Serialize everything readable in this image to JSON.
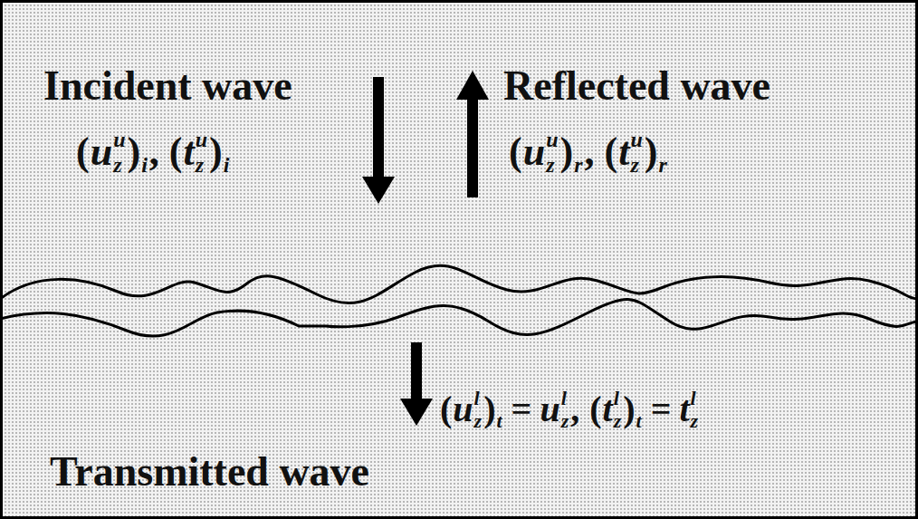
{
  "diagram": {
    "labels": [
      "Incident wave",
      "Reflected wave",
      "(",
      "u",
      "u",
      "z",
      ")",
      "i",
      ",",
      "(",
      "t",
      "u",
      "z",
      ")",
      "i",
      "(",
      "u",
      "u",
      "z",
      ")",
      "r",
      ",",
      "(",
      "t",
      "u",
      "z",
      ")",
      "r",
      "(",
      "u",
      "l",
      "z",
      ")",
      "t",
      "=",
      "u",
      "l",
      "z",
      ",",
      "(",
      "t",
      "l",
      "z",
      ")",
      "t",
      "=",
      "t",
      "l",
      "z",
      "Transmitted wave"
    ]
  }
}
